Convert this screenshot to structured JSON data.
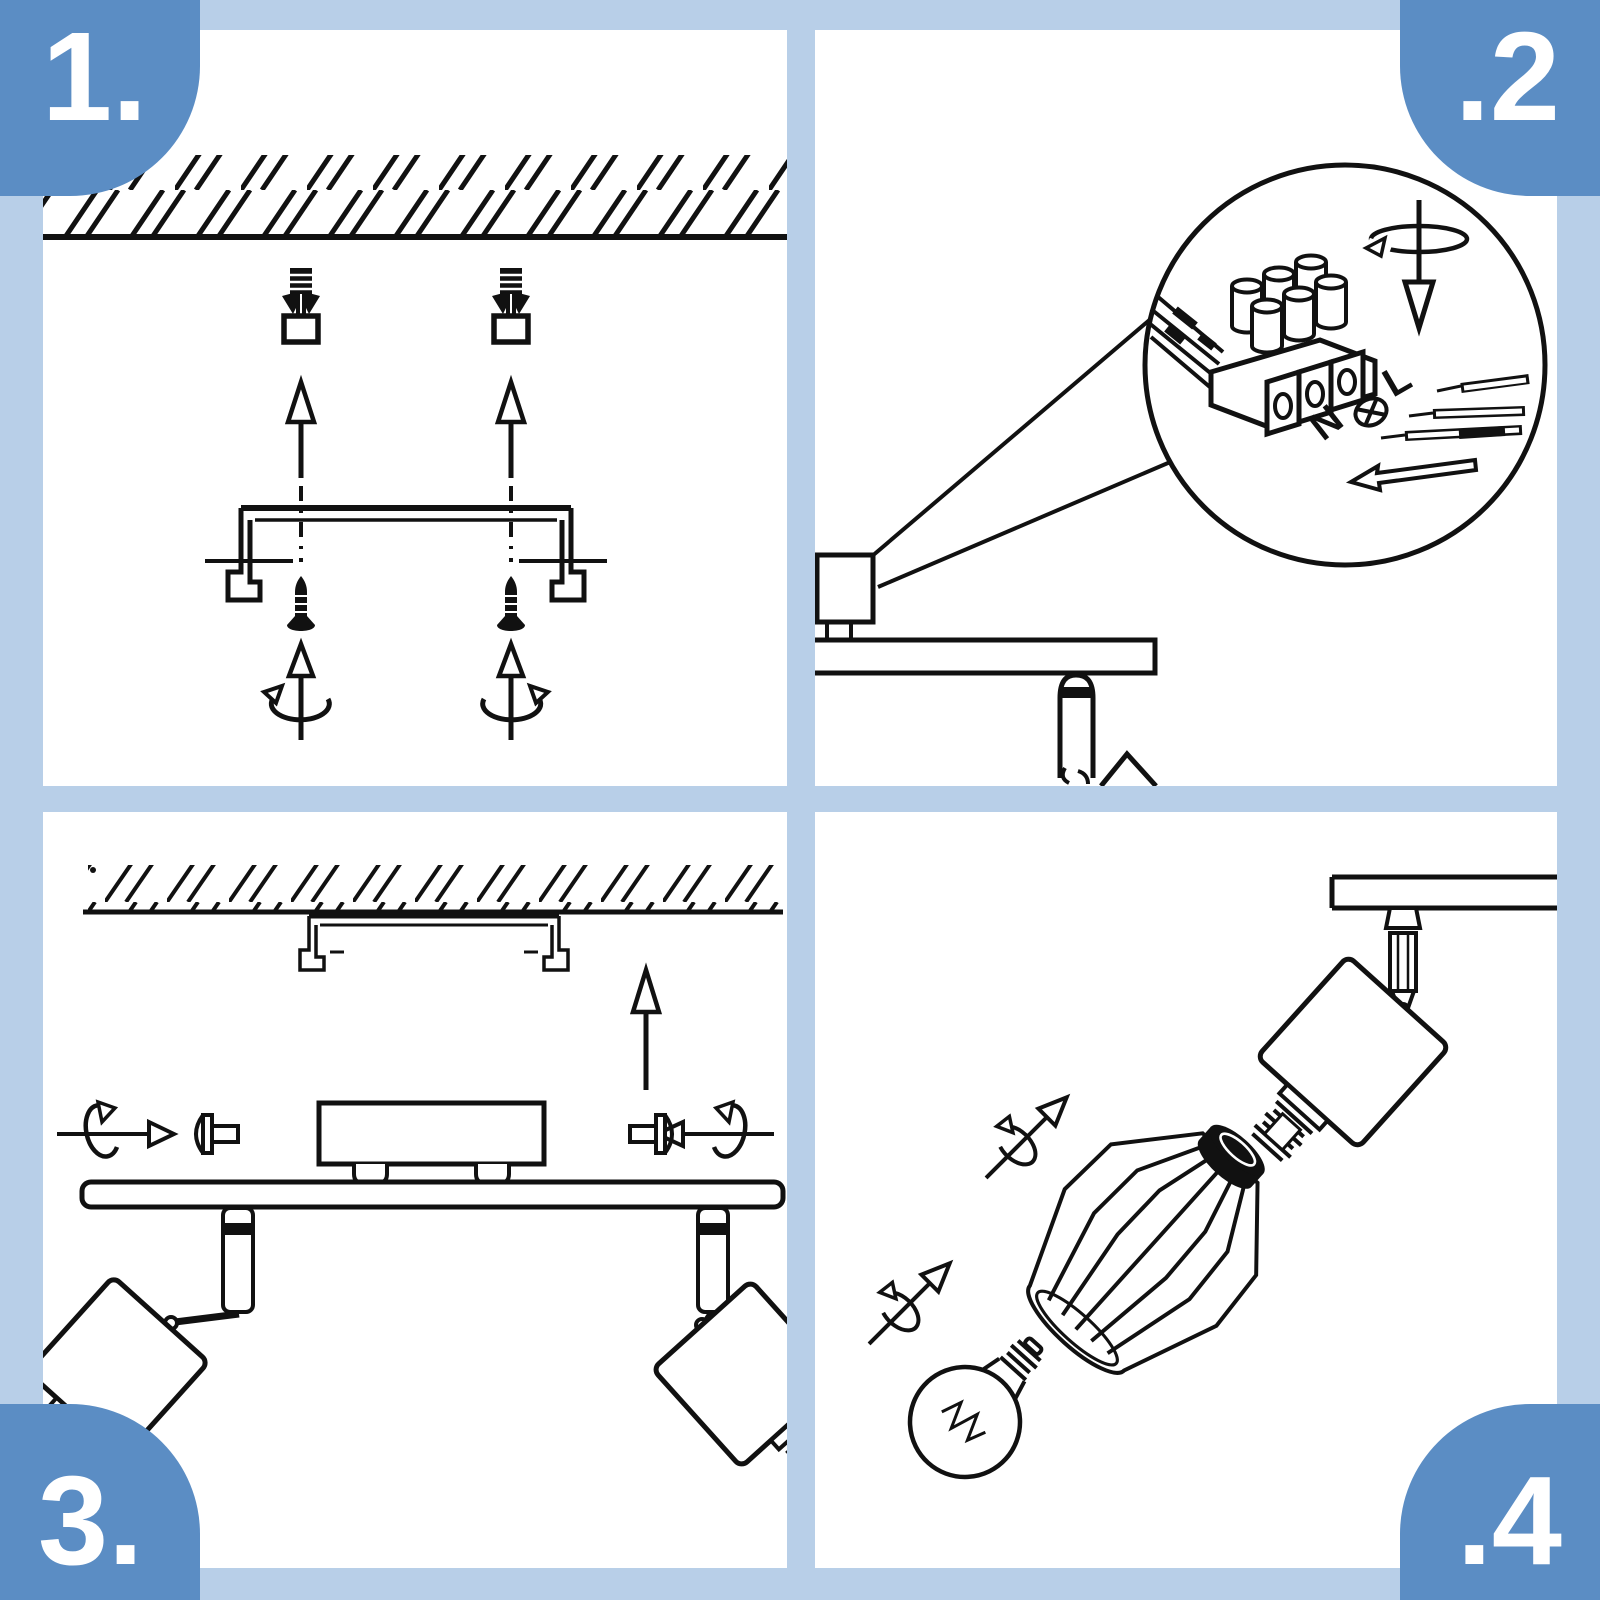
{
  "page": {
    "background_color": "#b8cfe8",
    "panel_color": "#ffffff",
    "line_color": "#111111",
    "badge_color": "#5b8dc4",
    "badge_text_color": "#ffffff"
  },
  "panels": [
    {
      "badge": "1."
    },
    {
      "badge": ".2",
      "labels": {
        "neutral": "N",
        "live": "L"
      }
    },
    {
      "badge": "3."
    },
    {
      "badge": ".4"
    }
  ],
  "icons": [
    "ceiling-hatch",
    "wall-plug-icon",
    "up-arrow-icon",
    "mounting-bracket",
    "screw-icon",
    "rotate-arrow-icon",
    "magnifier-circle",
    "terminal-block",
    "mains-cable",
    "wire-icon",
    "phillips-screw-icon",
    "insert-arrow-icon",
    "junction-box",
    "fixture-bar",
    "spotlight-stem",
    "spotlight-head",
    "threaded-socket-icon",
    "cage-shade",
    "light-bulb-icon",
    "screw-in-rotation-icon"
  ]
}
